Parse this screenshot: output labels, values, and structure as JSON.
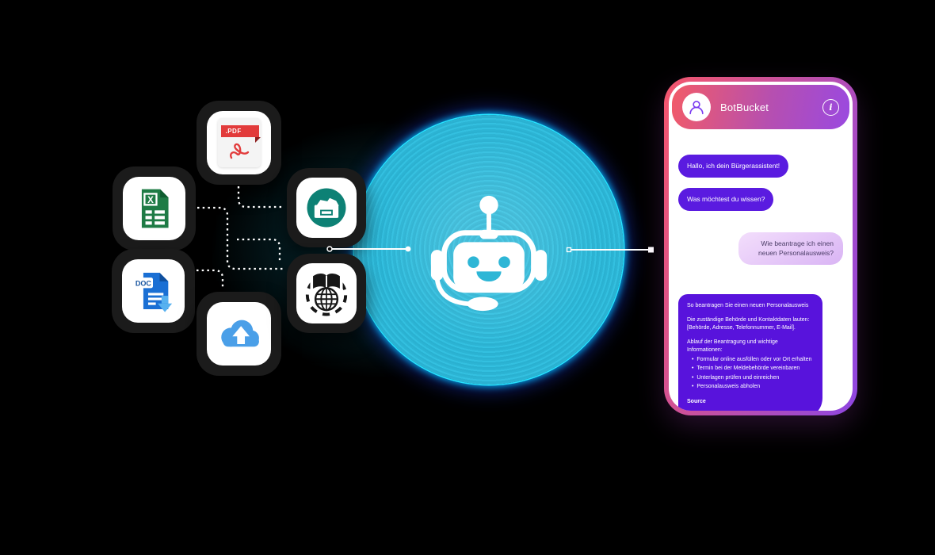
{
  "scene": {
    "background": "#000000",
    "description": "Document sources feeding an AI chatbot that answers in a BotBucket chat widget"
  },
  "sources": {
    "pdf_label": ".PDF",
    "doc_label": "DOC",
    "excel_letter": "X",
    "tiles": [
      {
        "id": "pdf-file"
      },
      {
        "id": "excel-file"
      },
      {
        "id": "doc-file"
      },
      {
        "id": "cloud-upload"
      },
      {
        "id": "archive-files"
      },
      {
        "id": "web-knowledge"
      }
    ]
  },
  "chat": {
    "title": "BotBucket",
    "info_glyph": "i",
    "messages": {
      "bot1": "Hallo, ich dein Bürgerassistent!",
      "bot2": "Was möchtest du wissen?",
      "user": "Wie beantrage ich einen neuen Personalausweis?"
    },
    "answer": {
      "heading": "So beantragen Sie einen neuen Personalausweis",
      "contact": "Die zuständige Behörde und Kontaktdaten lauten: [Behörde, Adresse, Telefonnummer, E-Mail].",
      "process_intro": "Ablauf der Beantragung und wichtige Informationen:",
      "steps": [
        "Formular online ausfüllen oder vor Ort erhalten",
        "Termin bei der Meldebehörde vereinbaren",
        "Unterlagen prüfen und einreichen",
        "Personalausweis abholen"
      ],
      "source_label": "Source"
    }
  },
  "colors": {
    "accent_cyan": "#2db6d6",
    "rim_cyan": "#26e2ff",
    "bubble_purple": "#5a1be0",
    "answer_purple": "#5813dc",
    "user_bubble": "#e3c2f7",
    "header_gradient": [
      "#f25b68",
      "#9a49e0"
    ],
    "frame_gradient": [
      "#f4566c",
      "#8e46e2"
    ],
    "tile_bg": "#1b1b1b",
    "pdf_red": "#e23b3b",
    "excel_green": "#1e7b45",
    "doc_blue": "#1a6fd4",
    "cloud_blue": "#4a9fe8",
    "archive_teal": "#0d8175"
  }
}
